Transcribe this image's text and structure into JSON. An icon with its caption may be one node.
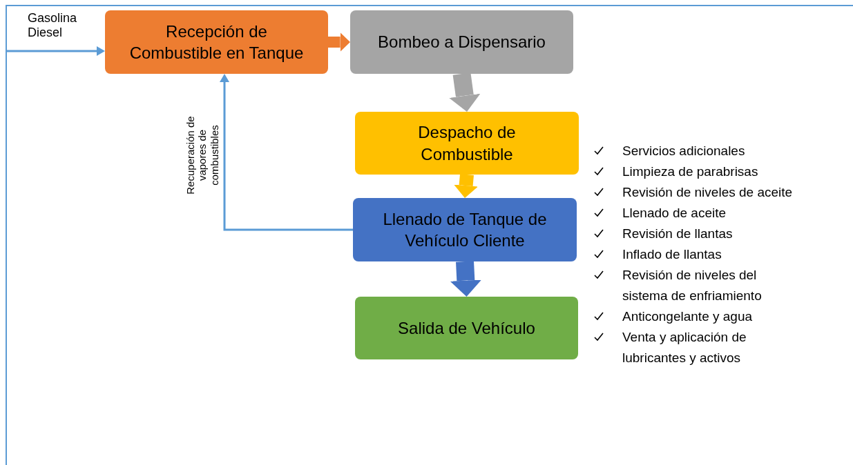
{
  "diagram": {
    "nodes": [
      {
        "text": [
          "Recepción de Combustible en Tanque"
        ]
      },
      {
        "text": [
          "Bombeo a Dispensario"
        ]
      },
      {
        "text": [
          "Despacho de Combustible"
        ]
      },
      {
        "text": [
          "Llenado de Tanque de Vehículo Cliente"
        ]
      },
      {
        "text": [
          "Salida de Vehículo"
        ]
      }
    ],
    "edges": [
      {
        "from": null,
        "to": 0,
        "arrow": "to",
        "label": "Gasolina Diesel",
        "color": "#5b9bd5"
      },
      {
        "from": 0,
        "to": 1,
        "arrow": "to",
        "color": "#ed7d31"
      },
      {
        "from": 1,
        "to": 2,
        "arrow": "to",
        "color": "#a5a5a5"
      },
      {
        "from": 2,
        "to": 3,
        "arrow": "to",
        "color": "#ffc000"
      },
      {
        "from": 3,
        "to": 4,
        "arrow": "to",
        "color": "#4472c4"
      },
      {
        "from": 3,
        "to": 0,
        "arrow": "to",
        "label": "Recuperación de vapores de combustibles",
        "color": "#5b9bd5"
      }
    ],
    "labels": [
      "Servicios adicionales",
      "Limpieza de parabrisas",
      "Revisión de niveles de aceite",
      "Llenado de aceite",
      "Revisión de llantas",
      "Inflado de llantas",
      "Revisión de niveles del sistema de enfriamiento",
      "Anticongelante y agua",
      "Venta y aplicación de lubricantes y activos"
    ]
  }
}
